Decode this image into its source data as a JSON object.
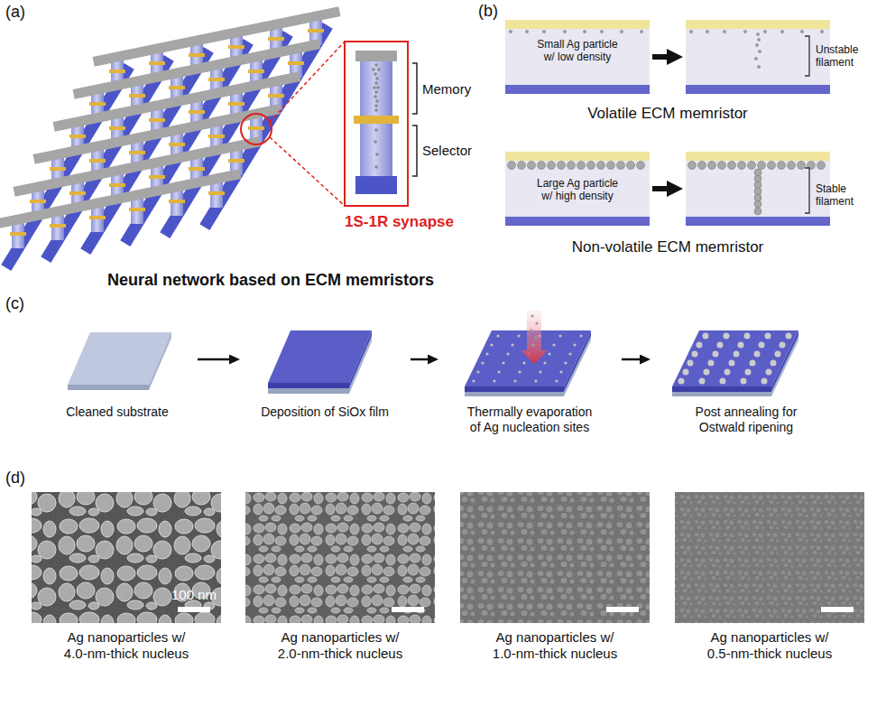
{
  "diagram": {
    "nodes": [
      {
        "text": [
          "Memory",
          "Selector",
          "1S-1R synapse"
        ]
      },
      {
        "text": [
          "Small Ag particle w/ low density"
        ]
      },
      {
        "text": [
          "Unstable filament"
        ]
      },
      {
        "text": [
          "Large Ag particle w/ high density"
        ]
      },
      {
        "text": [
          "Stable filament"
        ]
      },
      {
        "text": [
          "Cleaned substrate"
        ]
      },
      {
        "text": [
          "Deposition of SiOx film"
        ]
      },
      {
        "text": [
          "Thermally evaporation of Ag nucleation sites"
        ]
      },
      {
        "text": [
          "Post annealing for Ostwald ripening"
        ]
      },
      {
        "text": [
          "Ag nanoparticles w/ 4.0-nm-thick nucleus"
        ]
      },
      {
        "text": [
          "Ag nanoparticles w/ 2.0-nm-thick nucleus"
        ]
      },
      {
        "text": [
          "Ag nanoparticles w/ 1.0-nm-thick nucleus"
        ]
      },
      {
        "text": [
          "Ag nanoparticles w/ 0.5-nm-thick nucleus"
        ]
      }
    ],
    "edges": [
      {
        "from": 1,
        "to": 2,
        "arrow": "to"
      },
      {
        "from": 3,
        "to": 4,
        "arrow": "to"
      },
      {
        "from": 5,
        "to": 6,
        "arrow": "to"
      },
      {
        "from": 6,
        "to": 7,
        "arrow": "to"
      },
      {
        "from": 7,
        "to": 8,
        "arrow": "to"
      }
    ],
    "labels": [
      "(a)",
      "Neural network based on ECM memristors",
      "(b)",
      "Volatile ECM memristor",
      "Non-volatile ECM memristor",
      "(c)",
      "(d)",
      "100 nm"
    ]
  }
}
